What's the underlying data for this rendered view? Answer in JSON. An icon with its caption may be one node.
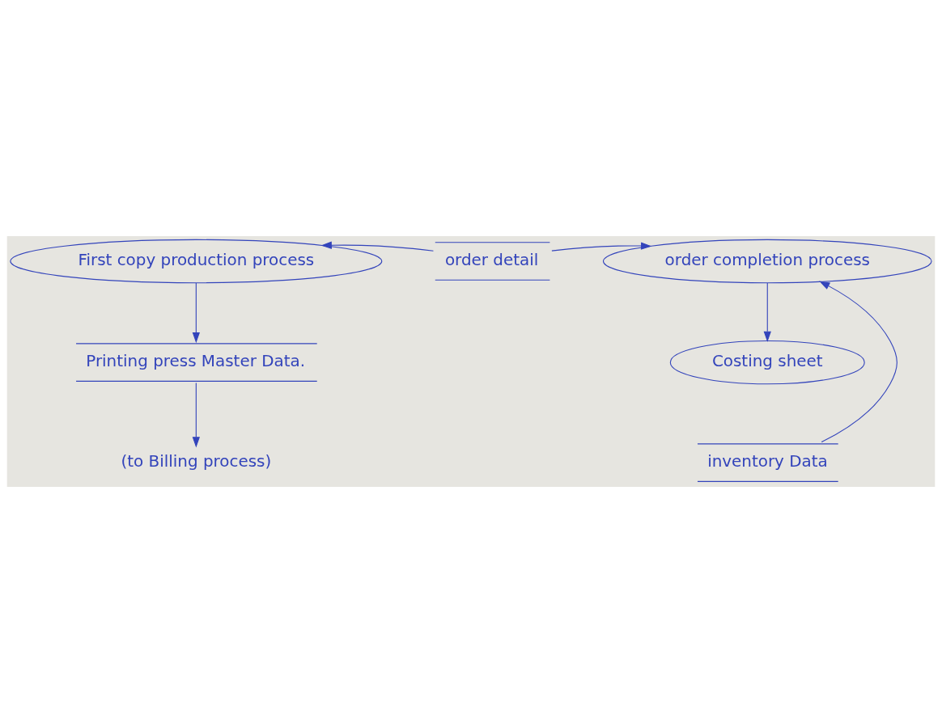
{
  "diagram": {
    "nodes": [
      {
        "text": [
          "First copy production process"
        ]
      },
      {
        "text": [
          "order completion process"
        ]
      },
      {
        "text": [
          "order detail"
        ]
      },
      {
        "text": [
          "Costing sheet"
        ]
      },
      {
        "text": [
          "Printing press Master Data."
        ]
      },
      {
        "text": [
          "(to Billing process)"
        ]
      },
      {
        "text": [
          "inventory Data"
        ]
      }
    ],
    "edges": [
      {
        "from": 2,
        "to": 0,
        "arrow": "to"
      },
      {
        "from": 2,
        "to": 1,
        "arrow": "to"
      },
      {
        "from": 0,
        "to": 4,
        "arrow": "to"
      },
      {
        "from": 1,
        "to": 3,
        "arrow": "to"
      },
      {
        "from": 6,
        "to": 1,
        "arrow": "to"
      },
      {
        "from": 4,
        "to": 5,
        "arrow": "to"
      }
    ]
  }
}
